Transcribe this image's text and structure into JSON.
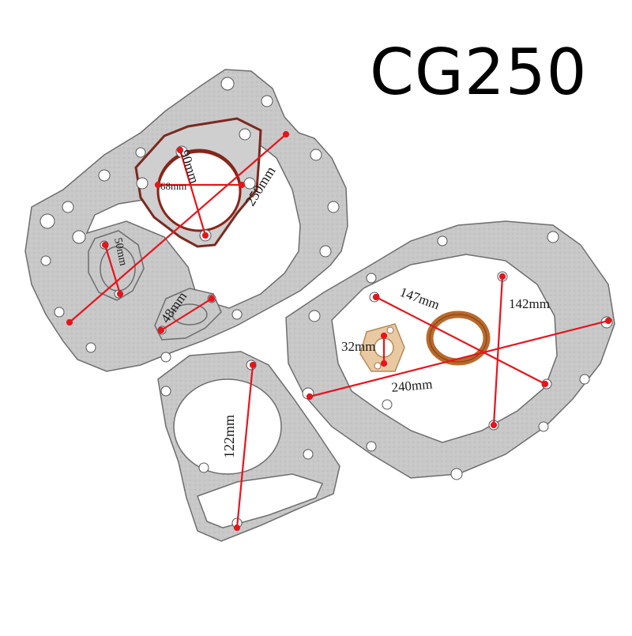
{
  "title": "CG250",
  "colors": {
    "gasket_fill": "#c9c9c9",
    "gasket_edge": "#6e6e6e",
    "measure_line": "#e8141c",
    "copper": "#b86a2c",
    "paper_gasket": "#e9c9a2",
    "head_gasket_ring": "#8a2418",
    "background": "#ffffff"
  },
  "dimensions": {
    "head_bore": "68mm",
    "head_bolt": "90mm",
    "crankcase_left": "250mm",
    "small_cover": "50mm",
    "oval_gasket": "48mm",
    "cylinder_base": "122mm",
    "right_inner": "147mm",
    "right_height": "142mm",
    "oil_pump": "32mm",
    "right_width": "240mm"
  }
}
